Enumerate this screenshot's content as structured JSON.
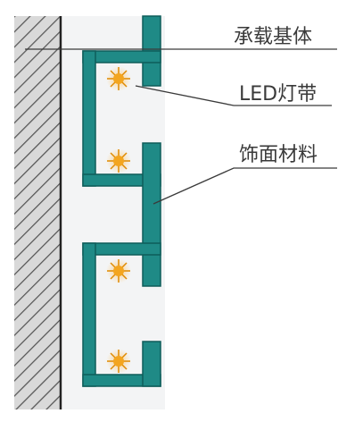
{
  "labels": {
    "substrate": "承载基体",
    "led_strip": "LED灯带",
    "facing_material": "饰面材料"
  },
  "colors": {
    "profile": "#1f8a86",
    "profile_edge": "#0f5d5a",
    "cavity_fill": "#f5f6f7",
    "wall_hatch": "#555555",
    "wall_fill": "#d9d9d9",
    "led_core": "#f3a51f",
    "led_glow": "#fbd08a",
    "leader_line": "#3a3a3a"
  },
  "icons": {
    "led": "led-light-icon"
  }
}
